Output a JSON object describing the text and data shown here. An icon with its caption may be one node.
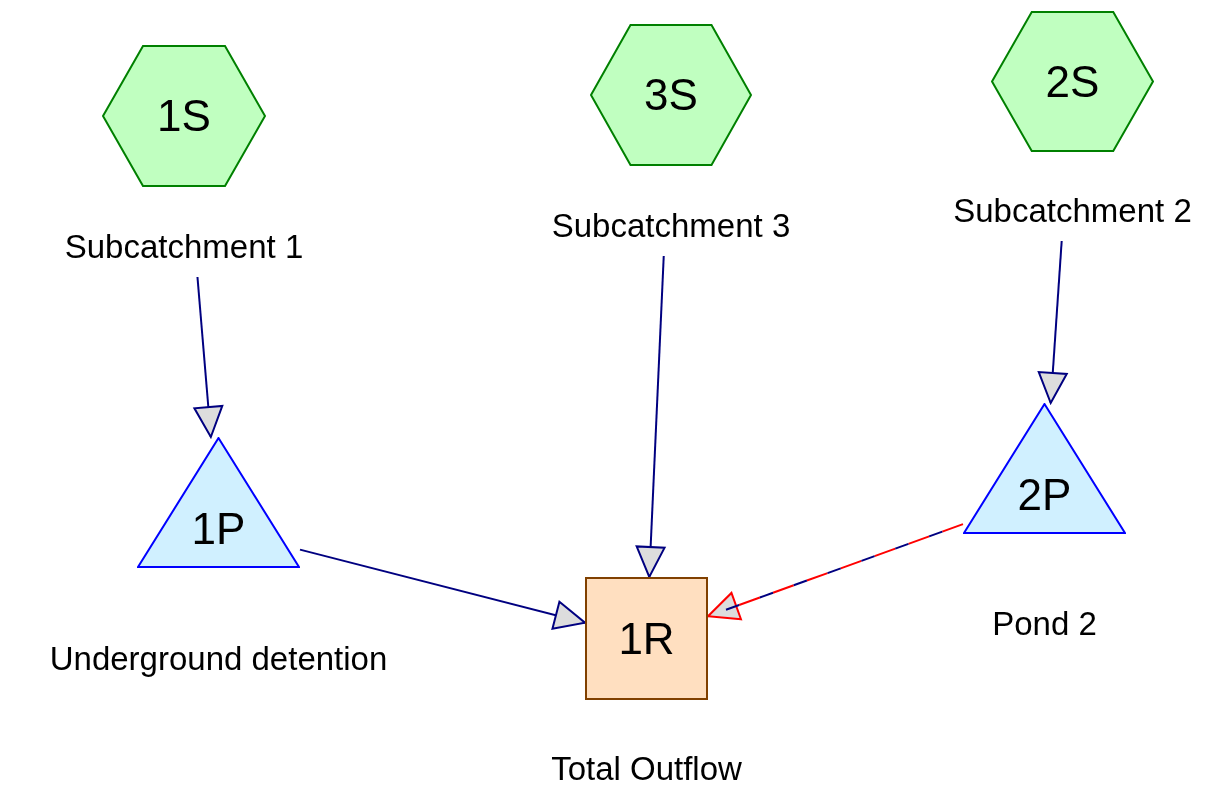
{
  "diagram": {
    "nodes": [
      {
        "text": [
          "1S"
        ],
        "beside": [
          "Subcatchment 1"
        ]
      },
      {
        "text": [
          "3S"
        ],
        "beside": [
          "Subcatchment 3"
        ]
      },
      {
        "text": [
          "2S"
        ],
        "beside": [
          "Subcatchment 2"
        ]
      },
      {
        "text": [
          "1P"
        ],
        "beside": [
          "Underground detention"
        ]
      },
      {
        "text": [
          "2P"
        ],
        "beside": [
          "Pond 2"
        ]
      },
      {
        "text": [
          "1R"
        ],
        "beside": [
          "Total Outflow"
        ]
      }
    ],
    "edges": [
      {
        "from": 0,
        "to": 3,
        "arrow": "to"
      },
      {
        "from": 1,
        "to": 5,
        "arrow": "to"
      },
      {
        "from": 2,
        "to": 4,
        "arrow": "to"
      },
      {
        "from": 3,
        "to": 5,
        "arrow": "to"
      },
      {
        "from": 4,
        "to": 5,
        "arrow": "to",
        "style": "dashed",
        "color": "#ff0000"
      }
    ]
  }
}
